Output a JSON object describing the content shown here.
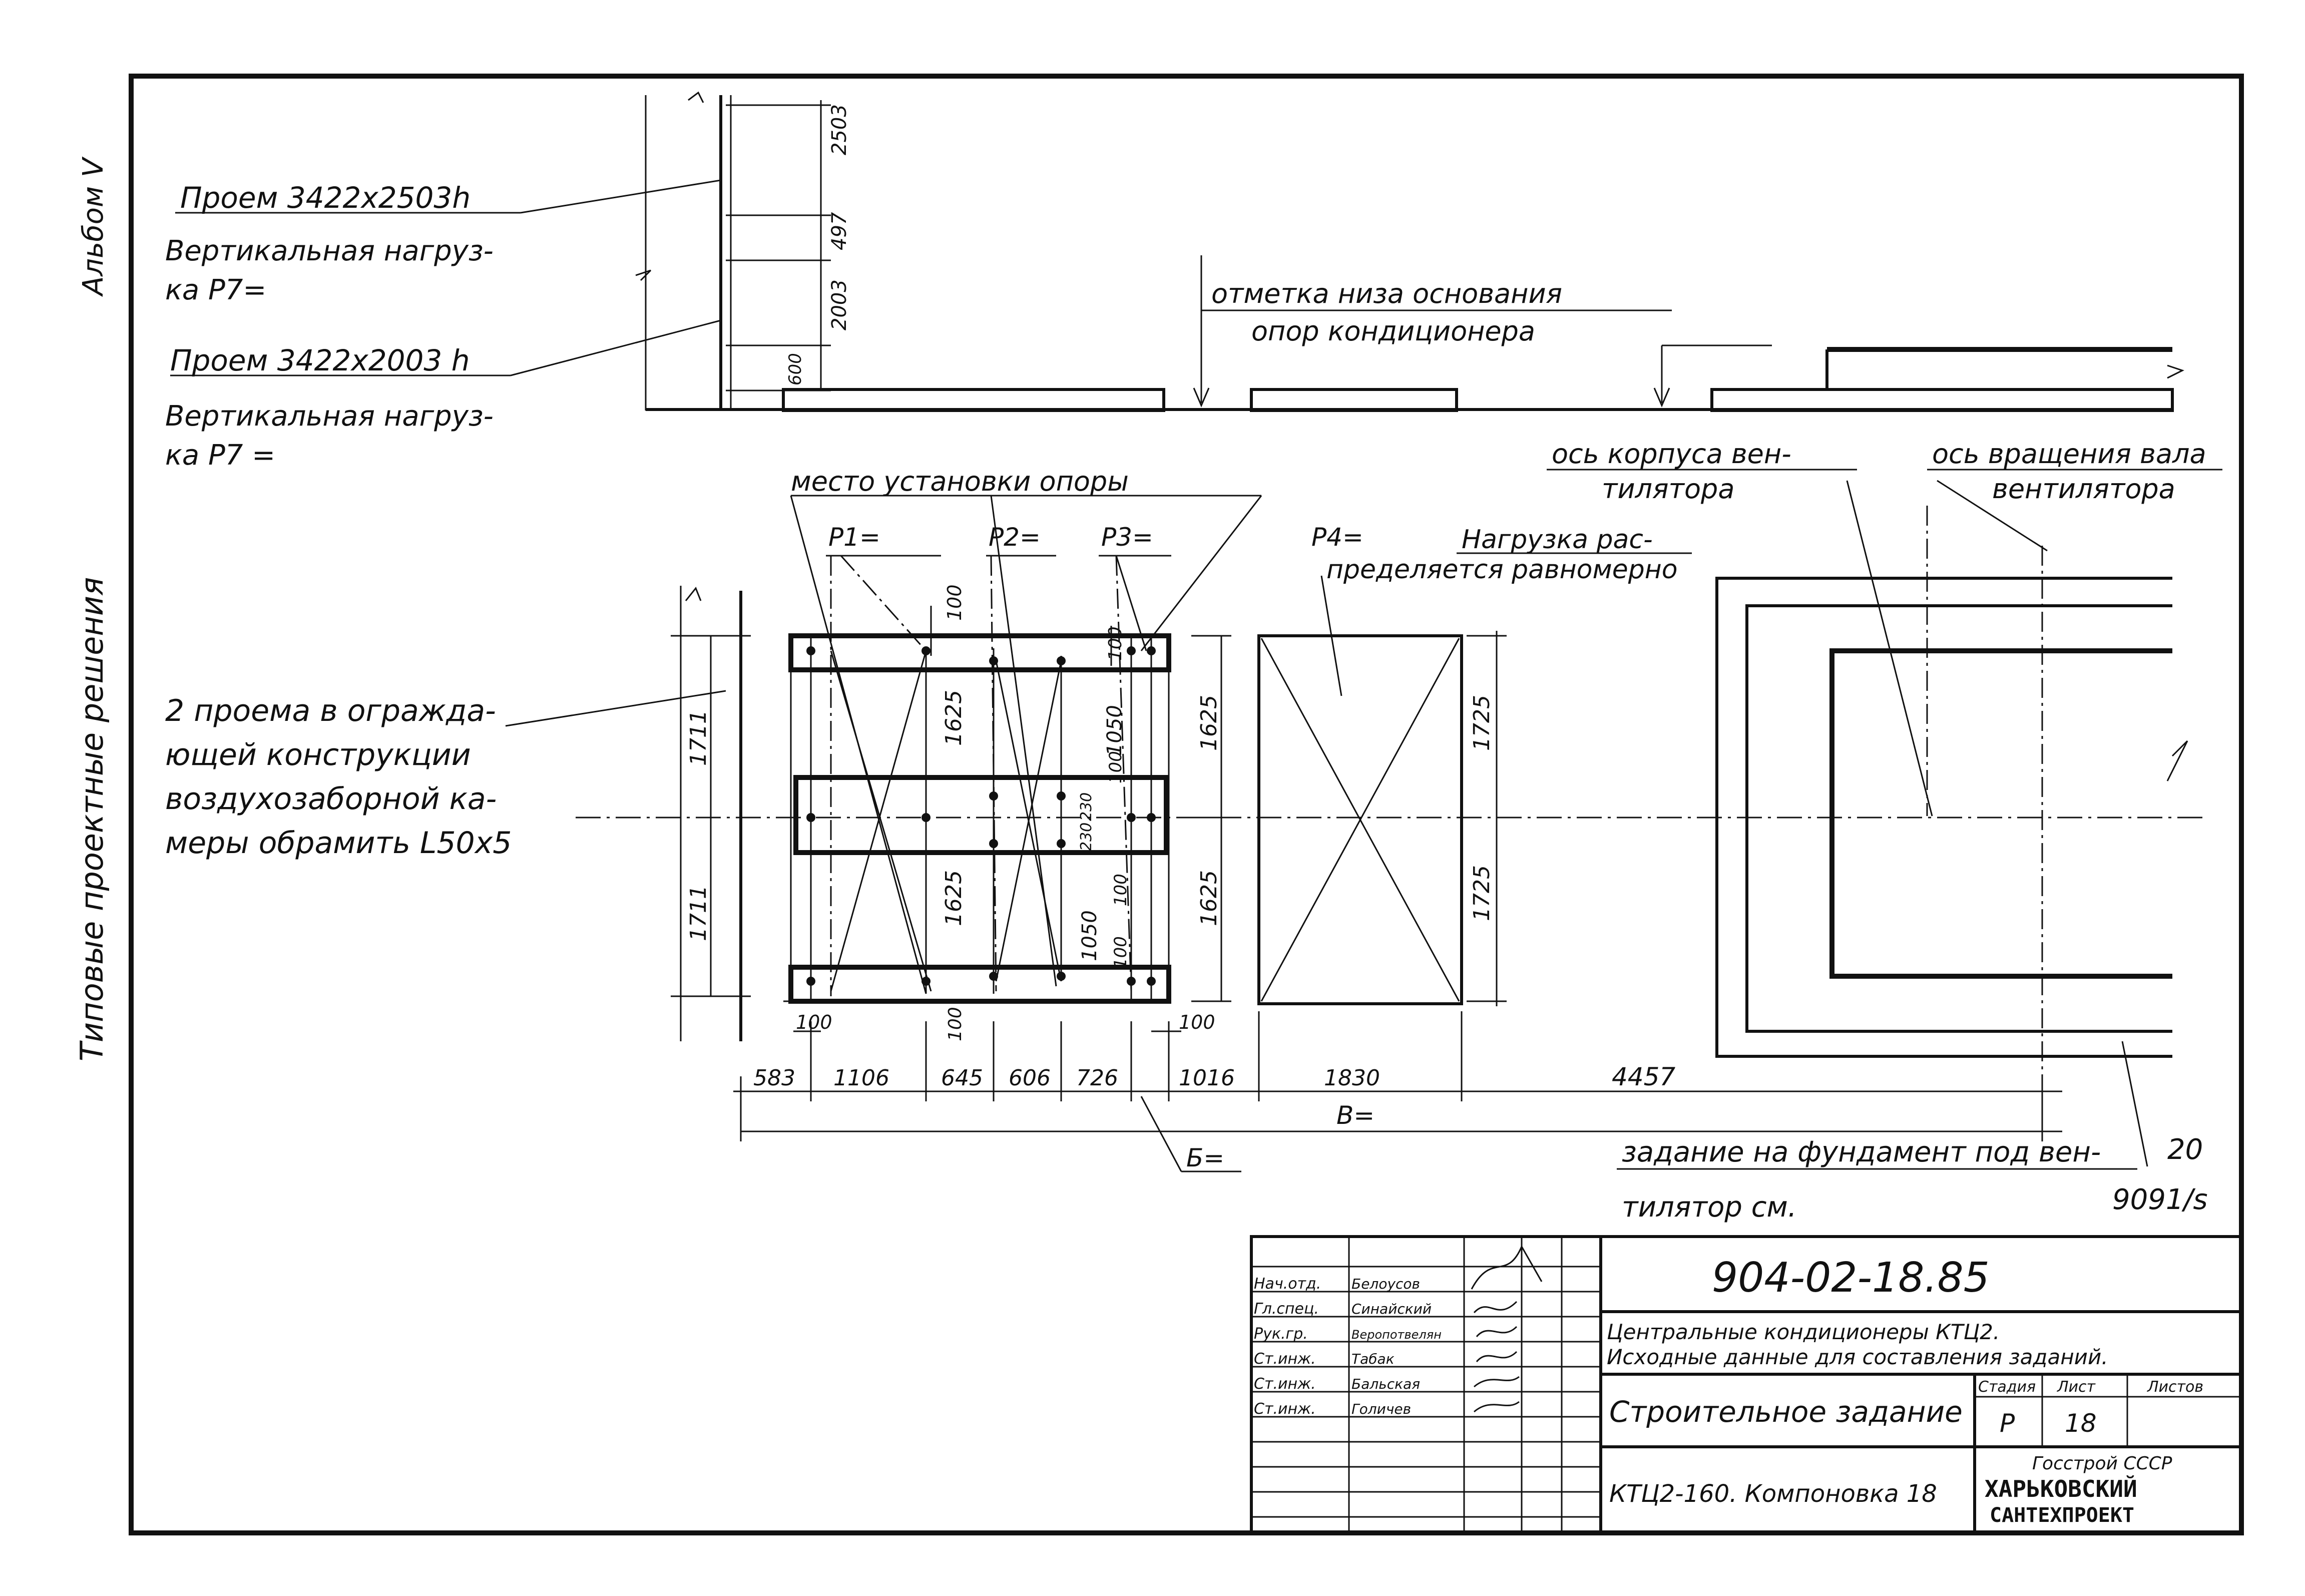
{
  "margin": {
    "album": "Альбом Ⅴ",
    "series": "Типовые проектные решения"
  },
  "notes": {
    "opening1": "Проем 3422х2503h",
    "load1_a": "Вертикальная нагруз-",
    "load1_b": "ка  P7=",
    "opening2": "Проем 3422х2003 h",
    "load2_a": "Вертикальная нагруз-",
    "load2_b": "ка  P7 =",
    "frame_a": "2 проема в огражда-",
    "frame_b": "ющей конструкции",
    "frame_c": "воздухозаборной ка-",
    "frame_d": "меры обрамить L50х5",
    "base_a": "отметка низа основания",
    "base_b": "опор кондиционера",
    "support": "место установки опоры",
    "p1": "P1=",
    "p2": "P2=",
    "p3": "P3=",
    "p4": "P4=",
    "p4_a": "Нагрузка рас-",
    "p4_b": "пределяется равномерно",
    "fan_axis_a": "ось корпуса вен-",
    "fan_axis_b": "тилятора",
    "shaft_axis_a": "ось вращения вала",
    "shaft_axis_b": "вентилятора",
    "found_a": "задание на фундамент под вен-",
    "found_b": "тилятор см.",
    "found_ref_a": "20",
    "found_ref_b": "9091/s",
    "b_label": "Б=",
    "v_label": "В="
  },
  "dims": {
    "h2503": "2503",
    "h497": "497",
    "h2003": "2003",
    "h600": "600",
    "v1711a": "1711",
    "v1711b": "1711",
    "d100a": "100",
    "d1625a": "1625",
    "d1625b": "1625",
    "d100b": "100",
    "d1050a": "1050",
    "d100c": "100",
    "d230": "230",
    "d230b": "230",
    "d1050b": "1050",
    "d100d": "100",
    "d100e": "100",
    "d1625c": "1625",
    "d1625d": "1625",
    "d1725a": "1725",
    "d1725b": "1725",
    "d100f": "100",
    "d100g": "100",
    "d100h": "100",
    "h583": "583",
    "h1106": "1106",
    "h645": "645",
    "h606": "606",
    "h726": "726",
    "h1016": "1016",
    "h1830": "1830",
    "h4457": "4457"
  },
  "titleblock": {
    "code": "904-02-18.85",
    "desc_a": "Центральные кондиционеры КТЦ2.",
    "desc_b": "Исходные данные для составления заданий.",
    "task": "Строительное задание",
    "layout": "КТЦ2-160. Компоновка 18",
    "stage_h": "Стадия",
    "sheet_h": "Лист",
    "sheets_h": "Листов",
    "stage": "Р",
    "sheet": "18",
    "org_a": "Госстрой СССР",
    "org_b": "ХАРЬКОВСКИЙ",
    "org_c": "САНТЕХПРОЕКТ",
    "roles": [
      "Нач.отд.",
      "Гл.спец.",
      "Рук.гр.",
      "Ст.инж.",
      "Ст.инж.",
      "Ст.инж."
    ],
    "names": [
      "Белоусов",
      "Синайский",
      "Веропотвелян",
      "Табак",
      "Бальская",
      "Голичев"
    ]
  }
}
